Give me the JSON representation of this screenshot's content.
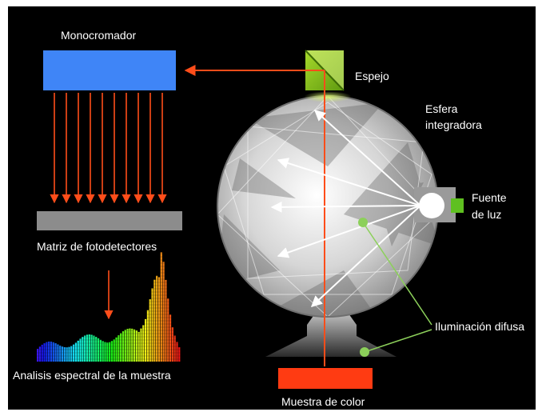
{
  "labels": {
    "monocromador": "Monocromador",
    "espejo": "Espejo",
    "esfera_line1": "Esfera",
    "esfera_line2": "integradora",
    "fuente_line1": "Fuente",
    "fuente_line2": "de luz",
    "matriz": "Matriz de fotodetectores",
    "iluminacion": "Iluminación difusa",
    "analisis": "Analisis espectral de la muestra",
    "muestra": "Muestra de color"
  },
  "colors": {
    "background": "#000000",
    "monochromator": "#3f85f7",
    "photodetector_array": "#8c8c8c",
    "mirror": "#8fc41a",
    "light_beam": "#ff4d1a",
    "sample": "#ff3b12",
    "light_source": "#5fc020",
    "diffuse_pointer": "#8cd05a",
    "text": "#ffffff"
  },
  "spectrum_bar_count": 64
}
